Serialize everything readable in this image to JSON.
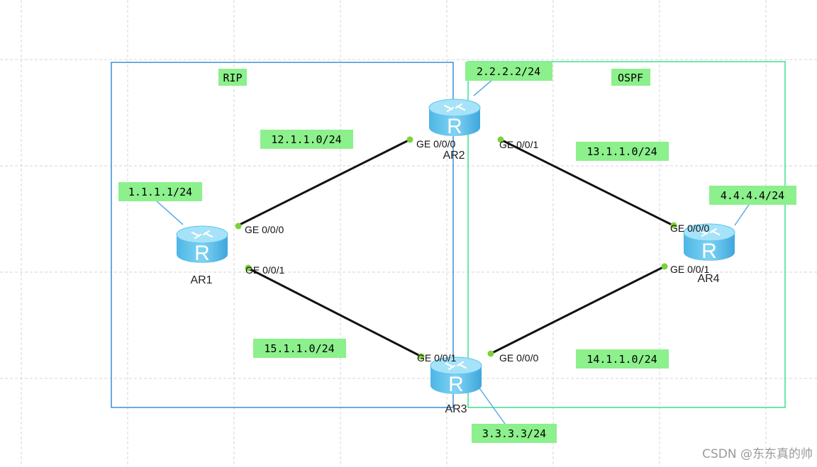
{
  "diagram": {
    "areas": {
      "rip": "RIP",
      "ospf": "OSPF"
    },
    "routers": {
      "ar1": {
        "name": "AR1",
        "loopback": "1.1.1.1/24"
      },
      "ar2": {
        "name": "AR2",
        "loopback": "2.2.2.2/24"
      },
      "ar3": {
        "name": "AR3",
        "loopback": "3.3.3.3/24"
      },
      "ar4": {
        "name": "AR4",
        "loopback": "4.4.4.4/24"
      }
    },
    "links": {
      "ar1_ar2": {
        "subnet": "12.1.1.0/24",
        "port_a": "GE 0/0/0",
        "port_b": "GE 0/0/0"
      },
      "ar1_ar3": {
        "subnet": "15.1.1.0/24",
        "port_a": "GE 0/0/1",
        "port_b": "GE 0/0/1"
      },
      "ar2_ar4": {
        "subnet": "13.1.1.0/24",
        "port_a": "GE 0/0/1",
        "port_b": "GE 0/0/0"
      },
      "ar3_ar4": {
        "subnet": "14.1.1.0/24",
        "port_a": "GE 0/0/0",
        "port_b": "GE 0/0/1"
      }
    },
    "router_glyph": "R",
    "watermark": "CSDN @东东真的帅",
    "colors": {
      "rip_border": "#3a8fd8",
      "ospf_border": "#3ee08c",
      "label_bg": "#8cf08c",
      "link": "#111111",
      "port_dot": "#7fd13b",
      "router_body": "#5cc4ee",
      "router_top": "#9fe0f8",
      "pointer_line": "#5aa9e6",
      "grid": "#cfcfcf"
    }
  }
}
